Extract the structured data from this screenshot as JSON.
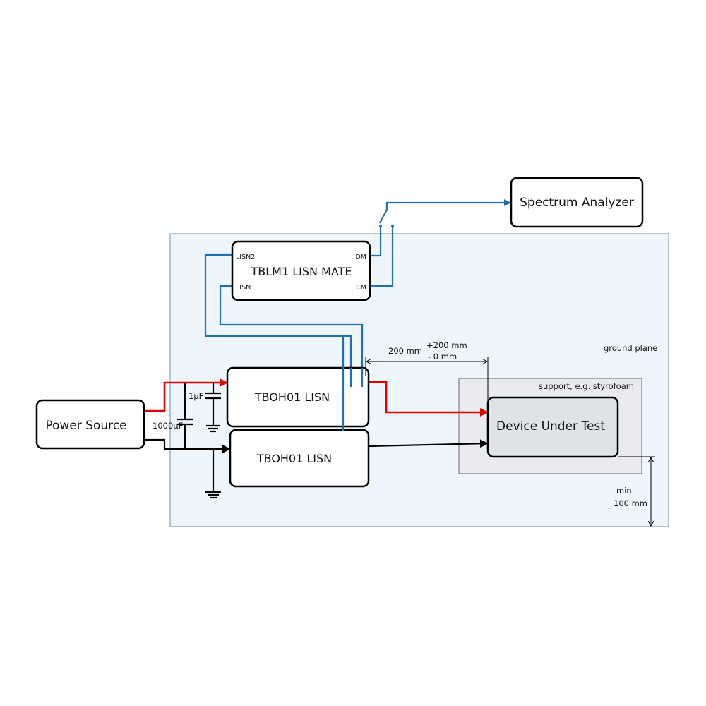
{
  "blocks": {
    "power_source": "Power Source",
    "spectrum_analyzer": "Spectrum Analyzer",
    "lisn_mate": "TBLM1 LISN MATE",
    "lisn_top": "TBOH01 LISN",
    "lisn_bottom": "TBOH01 LISN",
    "dut": "Device Under Test"
  },
  "ports": {
    "lisn2": "LISN2",
    "lisn1": "LISN1",
    "dm": "DM",
    "cm": "CM"
  },
  "labels": {
    "ground_plane": "ground plane",
    "support": "support, e.g. styrofoam",
    "cap_small": "1µF",
    "cap_large": "1000µF",
    "dim_distance": "200 mm",
    "dim_tol_plus": "+200 mm",
    "dim_tol_minus": "- 0 mm",
    "min_label": "min.",
    "min_value": "100 mm"
  },
  "colors": {
    "signal": "#1f6fb2",
    "power_positive": "#e00000",
    "power_return": "#000000",
    "ground_plane_fill": "#eef5fb",
    "support_fill": "#e9ebee"
  }
}
